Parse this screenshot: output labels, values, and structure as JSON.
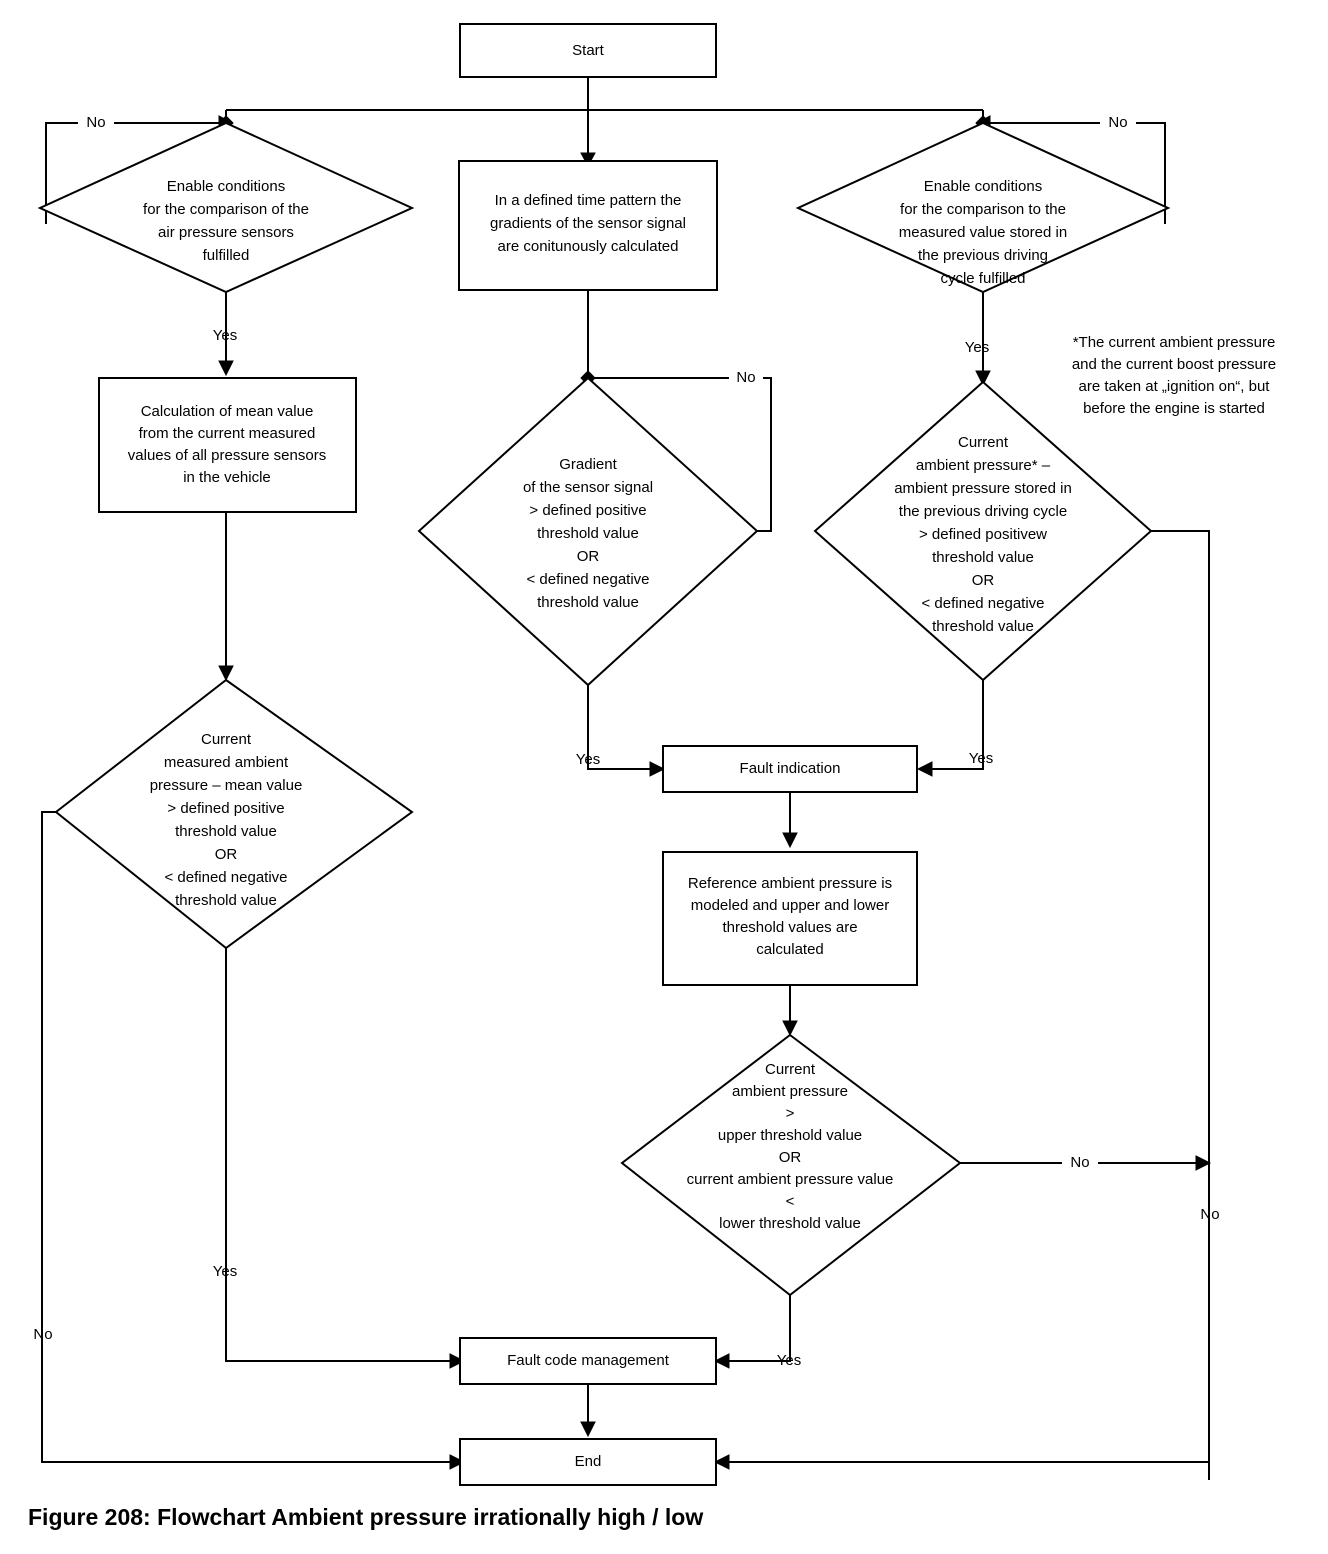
{
  "figure": {
    "caption": "Figure 208: Flowchart Ambient pressure irrationally high / low"
  },
  "chart_data": {
    "type": "diagram",
    "title": "Flowchart Ambient pressure irrationally high / low",
    "nodes": [
      {
        "id": "start",
        "shape": "process",
        "lines": [
          "Start"
        ]
      },
      {
        "id": "enable_left",
        "shape": "decision",
        "lines": [
          "Enable conditions",
          "for the comparison of the",
          "air pressure sensors",
          "fulfilled"
        ]
      },
      {
        "id": "gradients",
        "shape": "process",
        "lines": [
          "In a defined time pattern the",
          "gradients of the sensor signal",
          "are conitunously calculated"
        ]
      },
      {
        "id": "enable_right",
        "shape": "decision",
        "lines": [
          "Enable conditions",
          "for the comparison to the",
          "measured value stored in",
          "the previous driving",
          "cycle fulfilled"
        ]
      },
      {
        "id": "mean_calc",
        "shape": "process",
        "lines": [
          "Calculation of mean value",
          "from the current measured",
          "values of all pressure sensors",
          "in the vehicle"
        ]
      },
      {
        "id": "gradient_chk",
        "shape": "decision",
        "lines": [
          "Gradient",
          "of the sensor signal",
          "> defined positive",
          "threshold value",
          "OR",
          "< defined negative",
          "threshold value"
        ]
      },
      {
        "id": "prev_cycle_chk",
        "shape": "decision",
        "lines": [
          "Current",
          "ambient pressure* –",
          "ambient pressure stored in",
          "the previous driving cycle",
          "> defined positivew",
          "threshold value",
          "OR",
          "< defined negative",
          "threshold value"
        ]
      },
      {
        "id": "mean_chk",
        "shape": "decision",
        "lines": [
          "Current",
          "measured ambient",
          "pressure – mean value",
          "> defined positive",
          "threshold value",
          "OR",
          "< defined negative",
          "threshold value"
        ]
      },
      {
        "id": "fault_ind",
        "shape": "process",
        "lines": [
          "Fault indication"
        ]
      },
      {
        "id": "ref_model",
        "shape": "process",
        "lines": [
          "Reference ambient pressure is",
          "modeled and upper and lower",
          "threshold values are",
          "calculated"
        ]
      },
      {
        "id": "threshold_chk",
        "shape": "decision",
        "lines": [
          "Current",
          "ambient pressure",
          ">",
          "upper threshold value",
          "OR",
          "current ambient pressure value",
          "<",
          "lower threshold value"
        ]
      },
      {
        "id": "fault_code",
        "shape": "process",
        "lines": [
          "Fault code management"
        ]
      },
      {
        "id": "end",
        "shape": "process",
        "lines": [
          "End"
        ]
      }
    ],
    "note": {
      "id": "footnote",
      "lines": [
        "*The current ambient pressure",
        "and the current boost pressure",
        "are taken at „ignition on“, but",
        "before the engine is started"
      ]
    },
    "edge_labels": {
      "no_left_enable": "No",
      "yes_left_enable": "Yes",
      "no_right_enable": "No",
      "yes_right_enable": "Yes",
      "no_gradient": "No",
      "yes_gradient": "Yes",
      "yes_prev_cycle": "Yes",
      "yes_mean_chk": "Yes",
      "no_mean_chk": "No",
      "no_threshold": "No",
      "no_right_rail": "No",
      "yes_threshold": "Yes"
    },
    "colors": {
      "stroke": "#000000",
      "fill": "#ffffff",
      "text": "#000000",
      "background": "#ffffff"
    }
  }
}
